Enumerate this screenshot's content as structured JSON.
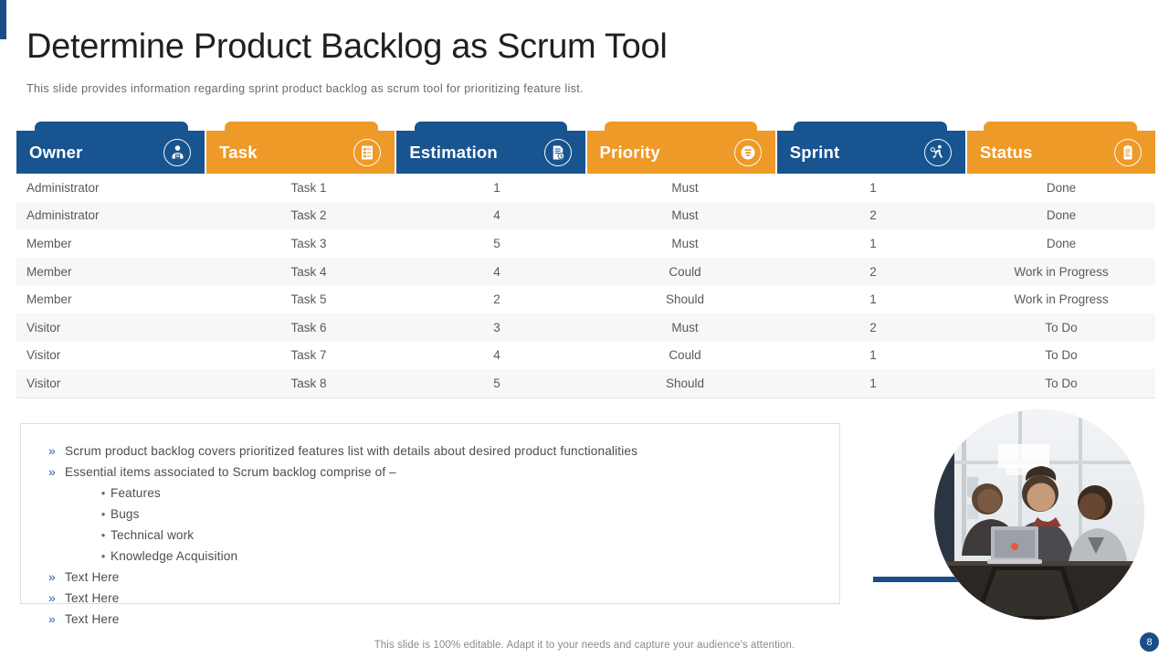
{
  "slide": {
    "title": "Determine Product Backlog as Scrum Tool",
    "subtitle": "This slide provides  information  regarding  sprint product  backlog as scrum tool for prioritizing feature  list.",
    "footer_note": "This slide is 100% editable. Adapt it to your needs and capture your audience's attention.",
    "page_number": "8"
  },
  "colors": {
    "navy": "#18548F",
    "orange": "#EE9A28",
    "accent_dark": "#1B4E87",
    "row_alt": "#F7F7F7",
    "text": "#595959"
  },
  "table": {
    "columns": [
      {
        "label": "Owner",
        "icon": "user-account-icon",
        "bg": "navy"
      },
      {
        "label": "Task",
        "icon": "checklist-icon",
        "bg": "orange"
      },
      {
        "label": "Estimation",
        "icon": "document-clock-icon",
        "bg": "navy"
      },
      {
        "label": "Priority",
        "icon": "priority-list-icon",
        "bg": "orange"
      },
      {
        "label": "Sprint",
        "icon": "runner-icon",
        "bg": "navy"
      },
      {
        "label": "Status",
        "icon": "clipboard-icon",
        "bg": "orange"
      }
    ],
    "rows": [
      [
        "Administrator",
        "Task 1",
        "1",
        "Must",
        "1",
        "Done"
      ],
      [
        "Administrator",
        "Task 2",
        "4",
        "Must",
        "2",
        "Done"
      ],
      [
        "Member",
        "Task 3",
        "5",
        "Must",
        "1",
        "Done"
      ],
      [
        "Member",
        "Task 4",
        "4",
        "Could",
        "2",
        "Work in Progress"
      ],
      [
        "Member",
        "Task 5",
        "2",
        "Should",
        "1",
        "Work in Progress"
      ],
      [
        "Visitor",
        "Task 6",
        "3",
        "Must",
        "2",
        "To Do"
      ],
      [
        "Visitor",
        "Task 7",
        "4",
        "Could",
        "1",
        "To Do"
      ],
      [
        "Visitor",
        "Task 8",
        "5",
        "Should",
        "1",
        "To Do"
      ]
    ]
  },
  "content_box": {
    "bullet_marker": "»",
    "sub_marker": "•",
    "items": [
      {
        "text": "Scrum product backlog covers prioritized features list with details about desired product functionalities",
        "subs": []
      },
      {
        "text": "Essential items associated to Scrum backlog comprise of –",
        "subs": [
          "Features",
          "Bugs",
          "Technical  work",
          "Knowledge Acquisition"
        ]
      },
      {
        "text": "Text  Here",
        "subs": []
      },
      {
        "text": "Text  Here",
        "subs": []
      },
      {
        "text": "Text  Here",
        "subs": []
      }
    ]
  },
  "photo": {
    "alt": "three-colleagues-at-desk-with-laptops"
  }
}
